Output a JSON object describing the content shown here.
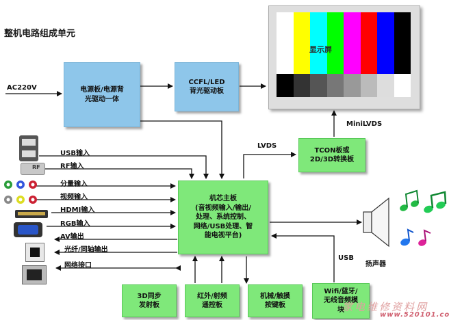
{
  "title": "整机电路组成单元",
  "inputs": {
    "ac": "AC220V",
    "usb_in": "USB输入",
    "rf_in": "RF输入",
    "component_in": "分量输入",
    "video_in": "视频输入",
    "hdmi_in": "HDMI输入",
    "rgb_in": "RGB输入",
    "av_out": "AV输出",
    "optical_out": "光纤/同轴输出",
    "network_port": "网络接口",
    "rf_badge": "RF"
  },
  "boxes": {
    "power_line1": "电源板/电源背",
    "power_line2": "光驱动一体",
    "backlight_line1": "CCFL/LED",
    "backlight_line2": "背光驱动板",
    "tcon_line1": "TCON板或",
    "tcon_line2": "2D/3D转换板",
    "main_line1": "机芯主板",
    "main_line2": "(音视频输入/输出/",
    "main_line3": "处理、系统控制、",
    "main_line4": "网络/USB处理、智",
    "main_line5": "能电视平台)",
    "sync_line1": "3D同步",
    "sync_line2": "发射板",
    "ir_line1": "红外/射频",
    "ir_line2": "遥控板",
    "key_line1": "机械/触摸",
    "key_line2": "按键板",
    "wifi_line1": "Wifi/蓝牙/",
    "wifi_line2": "无线音频模",
    "wifi_line3": "块"
  },
  "links": {
    "lvds": "LVDS",
    "minilvds": "MiniLVDS",
    "usb": "USB"
  },
  "display_label": "显示屏",
  "speaker_label": "扬声器",
  "watermark": "家电维修资料网",
  "watermark_url": "www.520101.com",
  "colors": {
    "power_box": "#8ec6ea",
    "module_box": "#7fe87a",
    "bars_top": [
      "#ffffff",
      "#ffff00",
      "#00ffff",
      "#00ff00",
      "#ff00ff",
      "#ff0000",
      "#0000ff",
      "#000000"
    ],
    "bars_bottom": [
      "#000000",
      "#333333",
      "#555555",
      "#777777",
      "#999999",
      "#bbbbbb",
      "#dddddd",
      "#ffffff"
    ]
  }
}
